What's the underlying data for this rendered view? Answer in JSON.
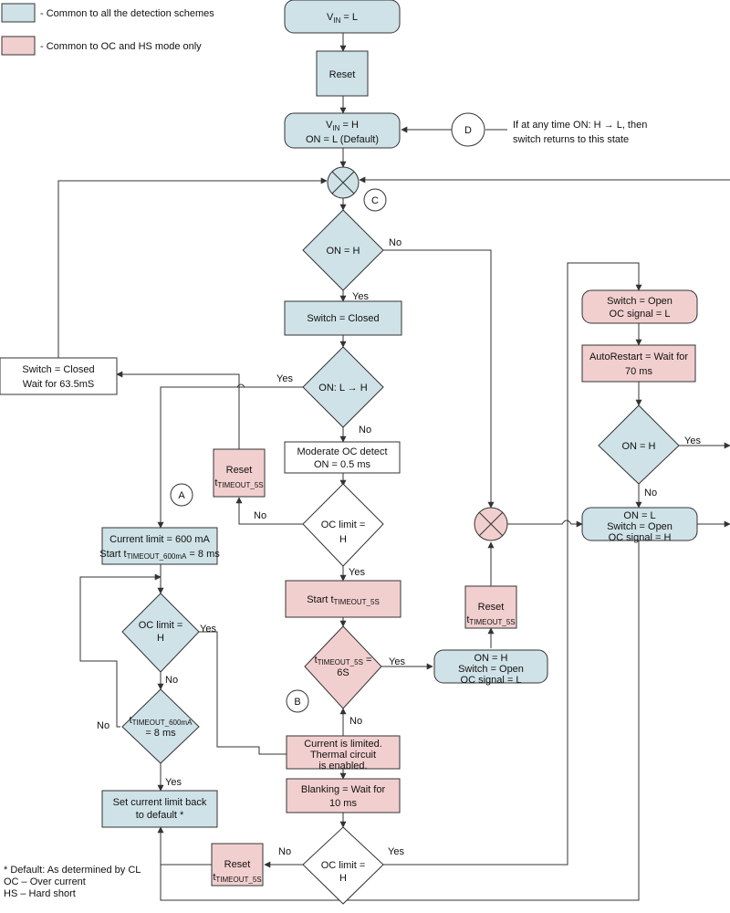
{
  "legend": {
    "common_all": "- Common to all the detection schemes",
    "common_oc_hs": "- Common to OC and HS mode only"
  },
  "colors": {
    "blue_fill": "#cfe2e7",
    "pink_fill": "#f2cfcf",
    "line": "#333333"
  },
  "nodes": {
    "vin_l": {
      "main": "V",
      "sub": "IN",
      "rest": " = L"
    },
    "reset_top": "Reset",
    "vin_h": {
      "main": "V",
      "sub": "IN",
      "rest": " = H",
      "line2": "ON = L (Default)"
    },
    "d_label": "D",
    "d_note_1": "If at any time ON: H → L, then",
    "d_note_2": "switch returns to this state",
    "c_label": "C",
    "on_eq_h": "ON = H",
    "switch_closed": "Switch = Closed",
    "on_l_to_h": "ON: L → H",
    "switch_closed_wait_1": "Switch = Closed",
    "switch_closed_wait_2": "Wait for 63.5mS",
    "moderate_oc_1": "Moderate OC detect",
    "moderate_oc_2": "ON = 0.5 ms",
    "reset_mid": {
      "title": "Reset",
      "main": "t",
      "sub": "TIMEOUT_5S"
    },
    "a_label": "A",
    "oc_limit_mid_1": "OC limit =",
    "oc_limit_mid_2": "H",
    "current_limit_1": "Current limit  = 600 mA",
    "current_limit_2": {
      "pre": "Start t",
      "sub": "TIMEOUT_600mA",
      "post": " = 8 ms"
    },
    "start_t5s": {
      "pre": "Start t",
      "sub": "TIMEOUT_5S"
    },
    "oc_limit_left_1": "OC limit =",
    "oc_limit_left_2": "H",
    "t5s_dec": {
      "main": "t",
      "sub": "TIMEOUT_5S",
      "post": " =",
      "line2": "6S"
    },
    "on_h_open_1": "ON = H",
    "on_h_open_2": "Switch = Open",
    "on_h_open_3": "OC signal = L",
    "reset_right": {
      "title": "Reset",
      "main": "t",
      "sub": "TIMEOUT_5S"
    },
    "b_label": "B",
    "t600_dec": {
      "main": "t",
      "sub": "TIMEOUT_600mA",
      "line2": "= 8 ms"
    },
    "current_limited_1": "Current is limited.",
    "current_limited_2": "Thermal circuit",
    "current_limited_3": "is enabled.",
    "blanking_1": "Blanking = Wait for",
    "blanking_2": "10 ms",
    "set_current_1": "Set current limit back",
    "set_current_2": "to default *",
    "oc_limit_bot_1": "OC limit =",
    "oc_limit_bot_2": "H",
    "reset_bot": {
      "title": "Reset",
      "main": "t",
      "sub": "TIMEOUT_5S"
    },
    "switch_open_oc_1": "Switch = Open",
    "switch_open_oc_2": "OC signal = L",
    "autorestart_1": "AutoRestart = Wait for",
    "autorestart_2": "70 ms",
    "on_eq_h_right": "ON = H",
    "on_l_open_1": "ON = L",
    "on_l_open_2": "Switch = Open",
    "on_l_open_3": "OC signal = H"
  },
  "edge_labels": {
    "no_on": "No",
    "yes_on": "Yes",
    "yes_onlh": "Yes",
    "no_onlh": "No",
    "no_oc_mid": "No",
    "yes_oc_mid": "Yes",
    "yes_oc_left": "Yes",
    "no_oc_left": "No",
    "yes_t5s": "Yes",
    "no_t5s": "No",
    "no_t600": "No",
    "yes_t600": "Yes",
    "no_oc_bot": "No",
    "yes_oc_bot": "Yes",
    "yes_on_right": "Yes",
    "no_on_right": "No"
  },
  "footnotes": {
    "line1": "* Default: As determined by CL",
    "line2": "OC – Over current",
    "line3": "HS – Hard short"
  }
}
